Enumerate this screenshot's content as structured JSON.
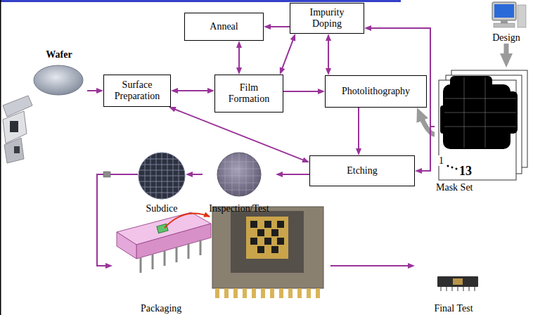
{
  "diagram": {
    "nodes": [
      {
        "text": [
          "Wafer"
        ]
      },
      {
        "text": [
          "Design"
        ]
      },
      {
        "text": [
          "Anneal"
        ]
      },
      {
        "text": [
          "Impurity Doping"
        ]
      },
      {
        "text": [
          "Surface Preparation"
        ]
      },
      {
        "text": [
          "Film Formation"
        ]
      },
      {
        "text": [
          "Photolithography"
        ]
      },
      {
        "text": [
          "Mask Set"
        ]
      },
      {
        "text": [
          "Etching"
        ]
      },
      {
        "text": [
          "Subdice"
        ]
      },
      {
        "text": [
          "Inspection/Test"
        ]
      },
      {
        "text": [
          "Packaging"
        ]
      },
      {
        "text": [
          "Final Test"
        ]
      }
    ],
    "edges": [
      {
        "from": 0,
        "to": 4,
        "arrow": "to"
      },
      {
        "from": 4,
        "to": 5,
        "arrow": "both"
      },
      {
        "from": 5,
        "to": 2,
        "arrow": "both"
      },
      {
        "from": 3,
        "to": 2,
        "arrow": "to"
      },
      {
        "from": 5,
        "to": 3,
        "arrow": "both"
      },
      {
        "from": 5,
        "to": 6,
        "arrow": "to"
      },
      {
        "from": 3,
        "to": 6,
        "arrow": "both"
      },
      {
        "from": 6,
        "to": 8,
        "arrow": "to"
      },
      {
        "from": 4,
        "to": 8,
        "arrow": "both"
      },
      {
        "from": 1,
        "to": 7,
        "arrow": "to"
      },
      {
        "from": 7,
        "to": 6,
        "arrow": "to"
      },
      {
        "from": 7,
        "to": 3,
        "arrow": "to"
      },
      {
        "from": 7,
        "to": 8,
        "arrow": "to"
      },
      {
        "from": 8,
        "to": 10,
        "arrow": "to"
      },
      {
        "from": 10,
        "to": 9,
        "arrow": "to"
      },
      {
        "from": 9,
        "to": 11,
        "arrow": "to"
      },
      {
        "from": 11,
        "to": 12,
        "arrow": "to"
      }
    ],
    "labels": [
      "1",
      "13"
    ]
  }
}
